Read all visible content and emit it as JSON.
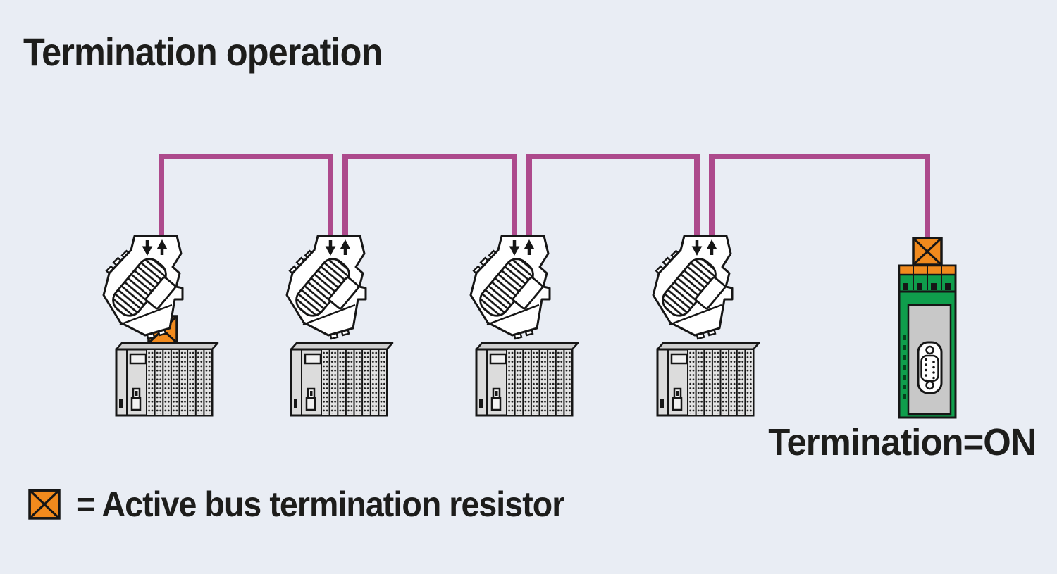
{
  "title": "Termination operation",
  "termination_label": "Termination=ON",
  "legend": {
    "icon": "active-termination-resistor-icon",
    "text": "= Active bus termination resistor"
  },
  "colors": {
    "background": "#e9edf4",
    "bus_cable_magenta": "#ad4a8c",
    "resistor_orange": "#f18a1d",
    "module_green": "#0f9e4c",
    "device_gray": "#dcdcdc",
    "outline": "#161616",
    "text": "#1d1d1b"
  },
  "diagram": {
    "bus": {
      "style": "fieldbus daisy-chain",
      "segments": 4,
      "cable_color_name": "magenta"
    },
    "connector_arrows": [
      "down",
      "up"
    ],
    "stations": [
      {
        "index": 1,
        "device": "plc-rack",
        "connector": "bus-connector",
        "cables_connected": 1,
        "has_termination_resistor": true
      },
      {
        "index": 2,
        "device": "plc-rack",
        "connector": "bus-connector",
        "cables_connected": 2,
        "has_termination_resistor": false
      },
      {
        "index": 3,
        "device": "plc-rack",
        "connector": "bus-connector",
        "cables_connected": 2,
        "has_termination_resistor": false
      },
      {
        "index": 4,
        "device": "plc-rack",
        "connector": "bus-connector",
        "cables_connected": 2,
        "has_termination_resistor": false
      }
    ],
    "end_device": {
      "type": "active-bus-termination-module",
      "connector": "d-sub-9-socket",
      "has_termination_resistor": true,
      "label": "Termination=ON"
    }
  }
}
